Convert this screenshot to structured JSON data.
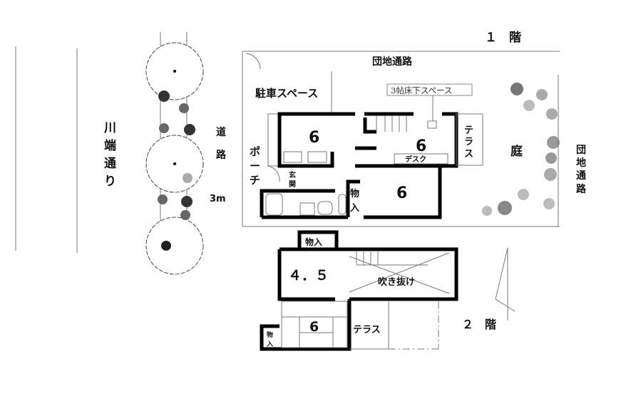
{
  "floor1": {
    "title": "１　階",
    "top_path": "団地通路",
    "right_path": [
      "団",
      "地",
      "通",
      "路"
    ],
    "parking": "駐車スペース",
    "underfloor": "3帖床下スペース",
    "room_a": "6",
    "room_b": "6",
    "room_c": "6",
    "desk": "デスク",
    "terrace": [
      "テ",
      "ラ",
      "ス"
    ],
    "garden": "庭",
    "porch": [
      "ポ",
      "ー",
      "チ"
    ],
    "entrance": [
      "玄",
      "関"
    ],
    "storage": [
      "物",
      "入"
    ]
  },
  "floor2": {
    "title": "２　階",
    "storage_top": "物入",
    "room_a": "４．５",
    "atrium": "吹き抜け",
    "room_b": "6",
    "storage_left": [
      "物",
      "入"
    ],
    "terrace": "テラス"
  },
  "street": {
    "name": [
      "川",
      "端",
      "通",
      "り"
    ],
    "road": [
      "道",
      "路"
    ],
    "width": "3m"
  }
}
